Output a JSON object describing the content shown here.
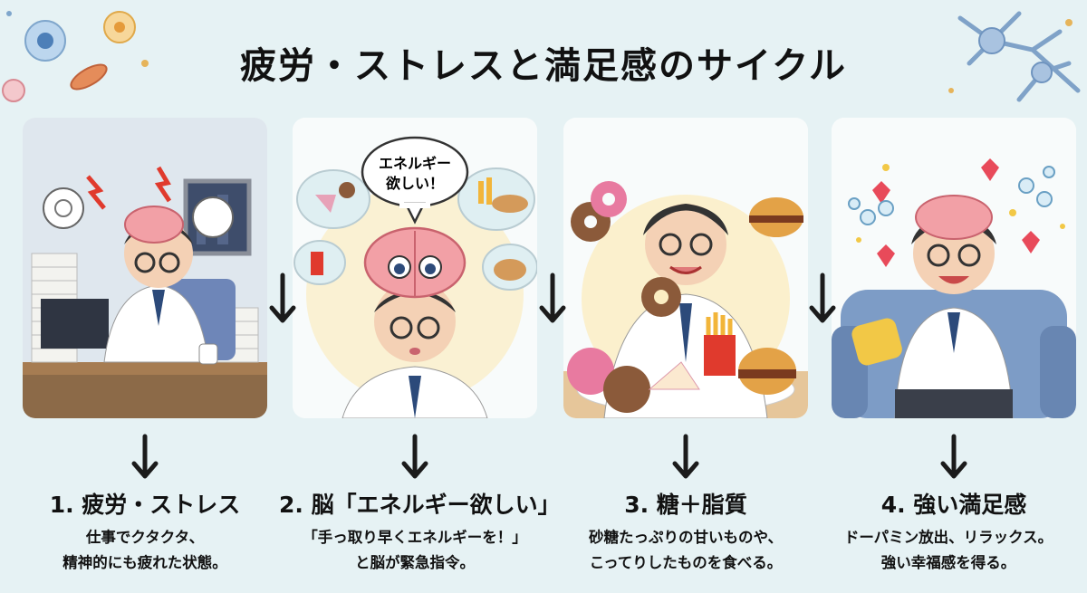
{
  "title": "疲労・ストレスと満足感のサイクル",
  "bubble": {
    "line1": "エネルギー",
    "line2": "欲しい！"
  },
  "steps": [
    {
      "title": "1. 疲労・ストレス",
      "desc": [
        "仕事でクタクタ、",
        "精神的にも疲れた状態。"
      ],
      "icon": "tired-worker-illustration"
    },
    {
      "title": "2. 脳「エネルギー欲しい」",
      "desc": [
        "「手っ取り早くエネルギーを！」",
        "と脳が緊急指令。"
      ],
      "icon": "craving-brain-illustration"
    },
    {
      "title": "3. 糖＋脂質",
      "desc": [
        "砂糖たっぷりの甘いものや、",
        "こってりしたものを食べる。"
      ],
      "icon": "eating-sweets-illustration"
    },
    {
      "title": "4. 強い満足感",
      "desc": [
        "ドーパミン放出、リラックス。",
        "強い幸福感を得る。"
      ],
      "icon": "satisfied-relaxing-illustration"
    }
  ],
  "colors": {
    "background": "#e6f2f4",
    "panel": "#f8fbfb",
    "arrow": "#1b1b1b",
    "brain": "#f2a0a6",
    "shirt": "#ffffff",
    "tie": "#2c4a7a"
  }
}
